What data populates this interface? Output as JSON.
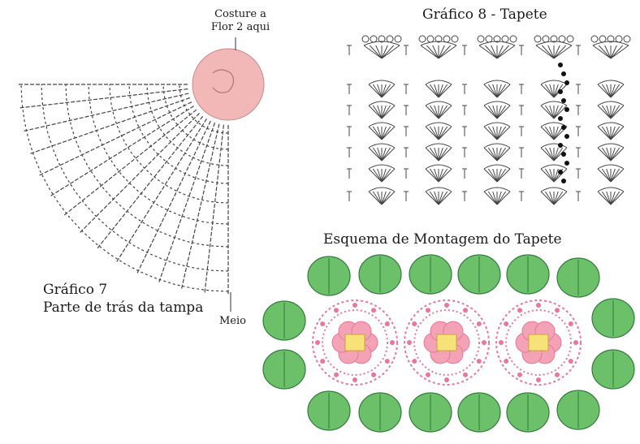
{
  "chart7": {
    "title": "Gráfico 7",
    "subtitle": "Parte de trás da tampa",
    "sew_note_line1": "Costure a",
    "sew_note_line2": "Flor 2 aqui",
    "middle_label": "Meio"
  },
  "chart8": {
    "title": "Gráfico 8 - Tapete"
  },
  "assembly": {
    "title": "Esquema de Montagem do Tapete",
    "flower_count": 3,
    "leaf_count": 16
  },
  "colors": {
    "flower_disc": "#f2b7b7",
    "leaf": "#6cc06a",
    "leaf_edge": "#2f7d3a",
    "flower_pink": "#e8779a",
    "flower_center": "#f7e27a",
    "ink": "#3a3a3a"
  }
}
